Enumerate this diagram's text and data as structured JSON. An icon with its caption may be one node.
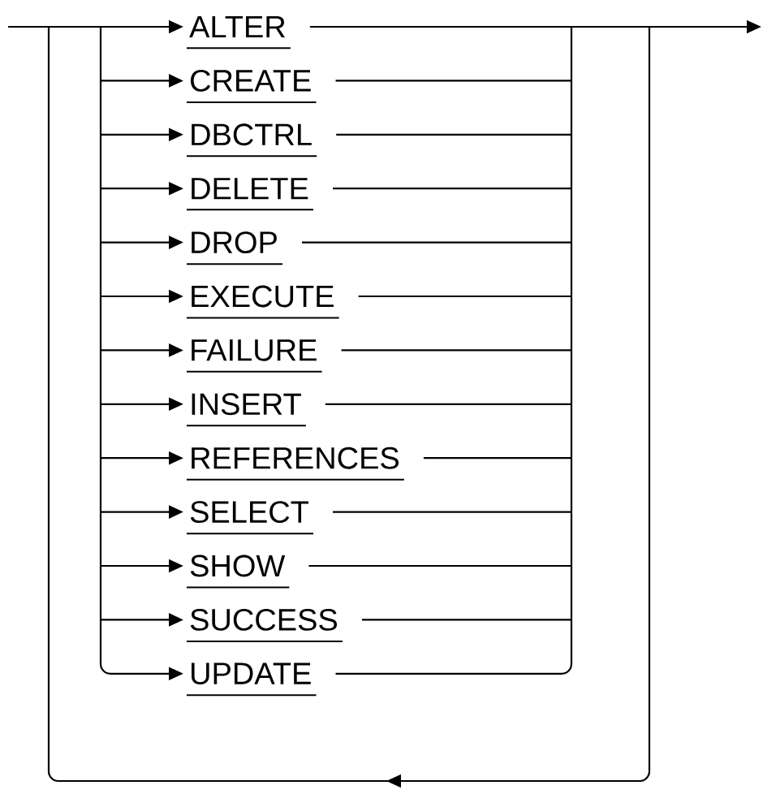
{
  "diagram": {
    "nodes": [
      {
        "text": [
          "ALTER"
        ]
      },
      {
        "text": [
          "CREATE"
        ]
      },
      {
        "text": [
          "DBCTRL"
        ]
      },
      {
        "text": [
          "DELETE"
        ]
      },
      {
        "text": [
          "DROP"
        ]
      },
      {
        "text": [
          "EXECUTE"
        ]
      },
      {
        "text": [
          "FAILURE"
        ]
      },
      {
        "text": [
          "INSERT"
        ]
      },
      {
        "text": [
          "REFERENCES"
        ]
      },
      {
        "text": [
          "SELECT"
        ]
      },
      {
        "text": [
          "SHOW"
        ]
      },
      {
        "text": [
          "SUCCESS"
        ]
      },
      {
        "text": [
          "UPDATE"
        ]
      }
    ],
    "edges": [
      {
        "from": null,
        "to": 0,
        "arrow": "to"
      },
      {
        "from": 0,
        "to": null,
        "arrow": "none"
      },
      {
        "from": null,
        "to": 1,
        "arrow": "to"
      },
      {
        "from": 1,
        "to": null,
        "arrow": "none"
      },
      {
        "from": null,
        "to": 2,
        "arrow": "to"
      },
      {
        "from": 2,
        "to": null,
        "arrow": "none"
      },
      {
        "from": null,
        "to": 3,
        "arrow": "to"
      },
      {
        "from": 3,
        "to": null,
        "arrow": "none"
      },
      {
        "from": null,
        "to": 4,
        "arrow": "to"
      },
      {
        "from": 4,
        "to": null,
        "arrow": "none"
      },
      {
        "from": null,
        "to": 5,
        "arrow": "to"
      },
      {
        "from": 5,
        "to": null,
        "arrow": "none"
      },
      {
        "from": null,
        "to": 6,
        "arrow": "to"
      },
      {
        "from": 6,
        "to": null,
        "arrow": "none"
      },
      {
        "from": null,
        "to": 7,
        "arrow": "to"
      },
      {
        "from": 7,
        "to": null,
        "arrow": "none"
      },
      {
        "from": null,
        "to": 8,
        "arrow": "to"
      },
      {
        "from": 8,
        "to": null,
        "arrow": "none"
      },
      {
        "from": null,
        "to": 9,
        "arrow": "to"
      },
      {
        "from": 9,
        "to": null,
        "arrow": "none"
      },
      {
        "from": null,
        "to": 10,
        "arrow": "to"
      },
      {
        "from": 10,
        "to": null,
        "arrow": "none"
      },
      {
        "from": null,
        "to": 11,
        "arrow": "to"
      },
      {
        "from": 11,
        "to": null,
        "arrow": "none"
      },
      {
        "from": null,
        "to": 12,
        "arrow": "to"
      },
      {
        "from": 12,
        "to": null,
        "arrow": "none"
      }
    ]
  }
}
